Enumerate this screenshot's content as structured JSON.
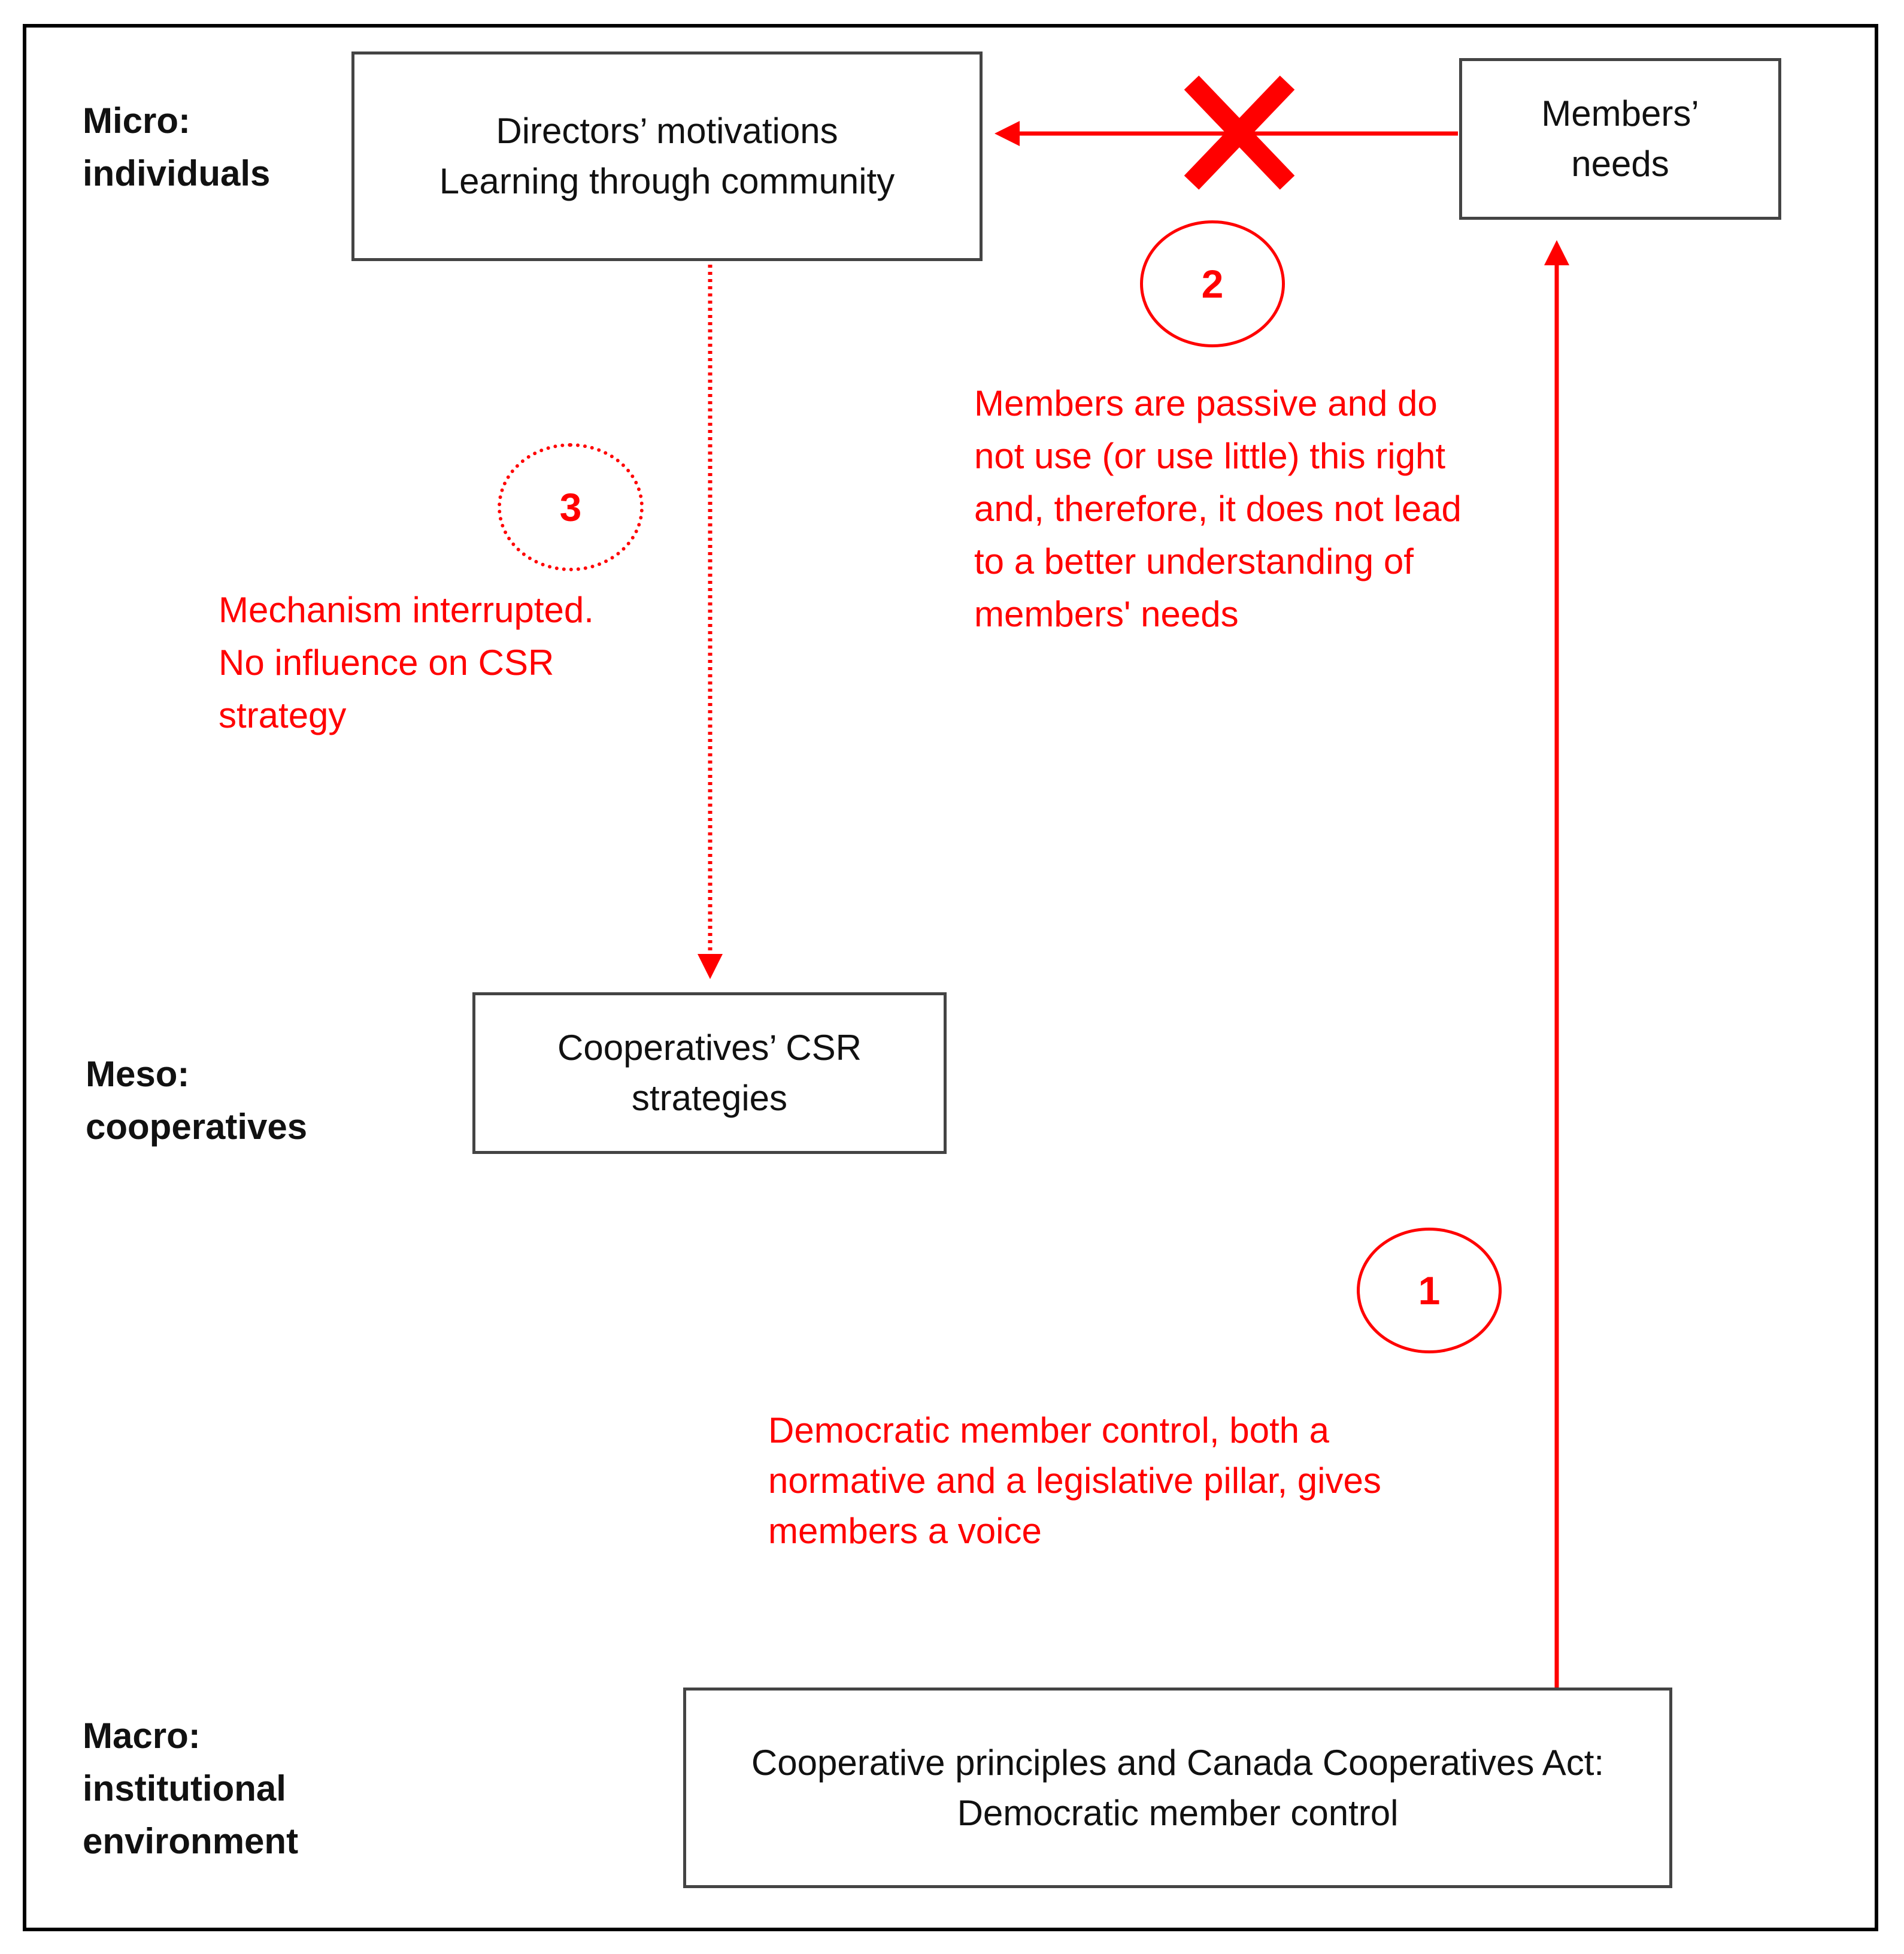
{
  "levels": {
    "micro": [
      "Micro:",
      "individuals"
    ],
    "meso": [
      "Meso:",
      "cooperatives"
    ],
    "macro": [
      "Macro:",
      "institutional",
      "environment"
    ]
  },
  "boxes": {
    "directors": [
      "Directors’ motivations",
      "Learning through community"
    ],
    "members": [
      "Members’",
      "needs"
    ],
    "csr": [
      "Cooperatives’ CSR",
      "strategies"
    ],
    "principles": [
      "Cooperative principles and Canada Cooperatives Act:",
      "Democratic member control"
    ]
  },
  "badges": {
    "one": "1",
    "two": "2",
    "three": "3"
  },
  "notes": {
    "one": [
      "Democratic member control, both a",
      "normative and a legislative pillar, gives",
      "members a voice"
    ],
    "two": [
      "Members are passive and do",
      "not use (or use little) this right",
      "and, therefore, it does not lead",
      "to a better understanding of",
      "members' needs"
    ],
    "three": [
      "Mechanism interrupted.",
      "No influence on CSR",
      "strategy"
    ]
  },
  "colors": {
    "accent": "#ff0000",
    "box_border": "#444444",
    "frame": "#000000"
  }
}
